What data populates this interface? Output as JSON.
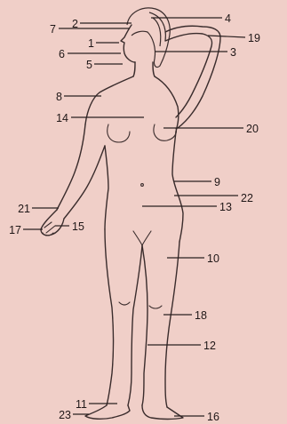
{
  "colors": {
    "background": "#f0cfc8",
    "line": "#3a2c2c",
    "label": "#1f1717"
  },
  "labels": {
    "l1": "1",
    "l2": "2",
    "l3": "3",
    "l4": "4",
    "l5": "5",
    "l6": "6",
    "l7": "7",
    "l8": "8",
    "l9": "9",
    "l10": "10",
    "l11": "11",
    "l12": "12",
    "l13": "13",
    "l14": "14",
    "l15": "15",
    "l16": "16",
    "l17": "17",
    "l18": "18",
    "l19": "19",
    "l20": "20",
    "l21": "21",
    "l22": "22",
    "l23": "23"
  }
}
